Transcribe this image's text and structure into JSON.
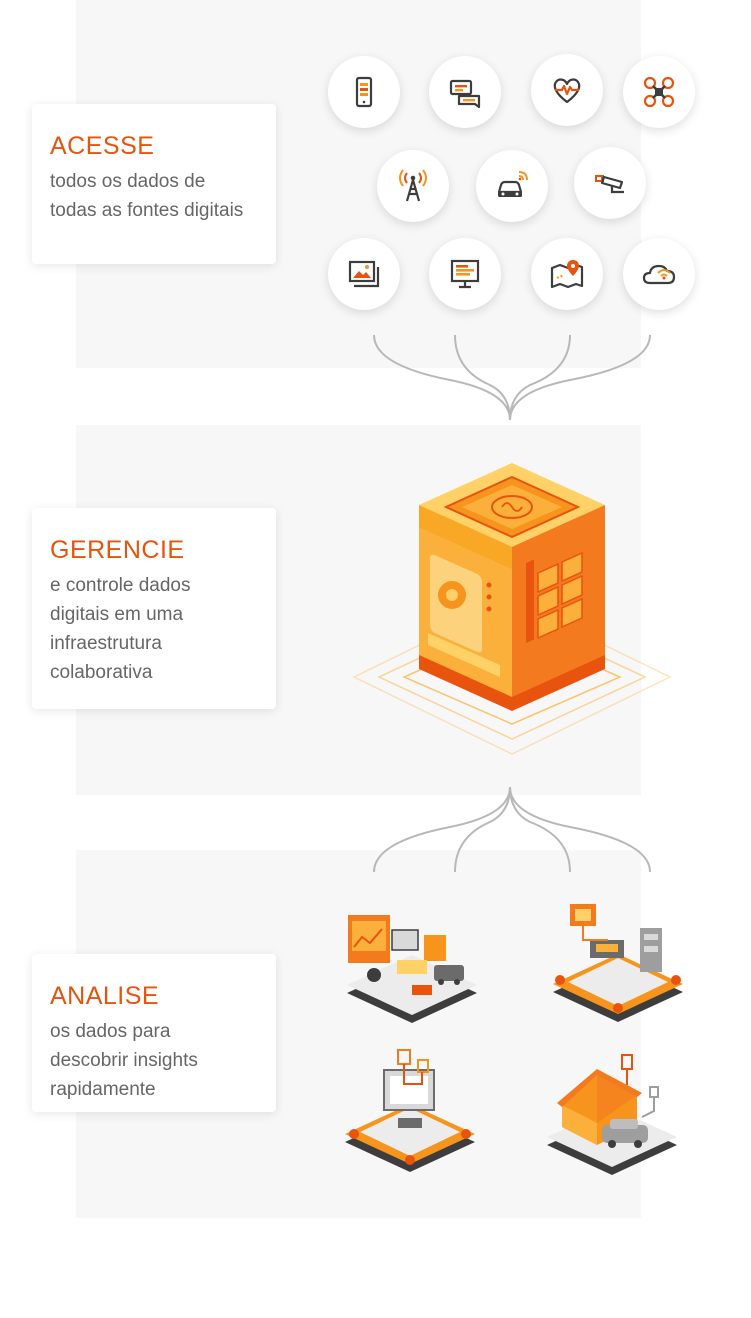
{
  "sections": [
    {
      "title": "ACESSE",
      "lines": [
        "todos os dados de",
        "todas as fontes digitais"
      ]
    },
    {
      "title": "GERENCIE",
      "lines": [
        "e controle dados",
        "digitais em uma",
        "infraestrutura",
        "colaborativa"
      ]
    },
    {
      "title": "ANALISE",
      "lines": [
        "os dados para",
        "descobrir insights",
        "rapidamente"
      ]
    }
  ],
  "colors": {
    "accent": "#e8530e",
    "orange": "#f7941d",
    "dark": "#3d3d3d",
    "text": "#666666",
    "panel": "#f7f7f7"
  },
  "source_icons": [
    "smartphone-icon",
    "chat-icon",
    "heart-monitor-icon",
    "drone-icon",
    "antenna-icon",
    "connected-car-icon",
    "security-camera-icon",
    "image-gallery-icon",
    "monitor-icon",
    "map-location-icon",
    "cloud-wifi-icon"
  ],
  "hub": {
    "icon": "brain-chip-cube-icon"
  },
  "scenes": [
    "office-scene-icon",
    "factory-scene-icon",
    "computer-lab-scene-icon",
    "smart-home-scene-icon"
  ]
}
